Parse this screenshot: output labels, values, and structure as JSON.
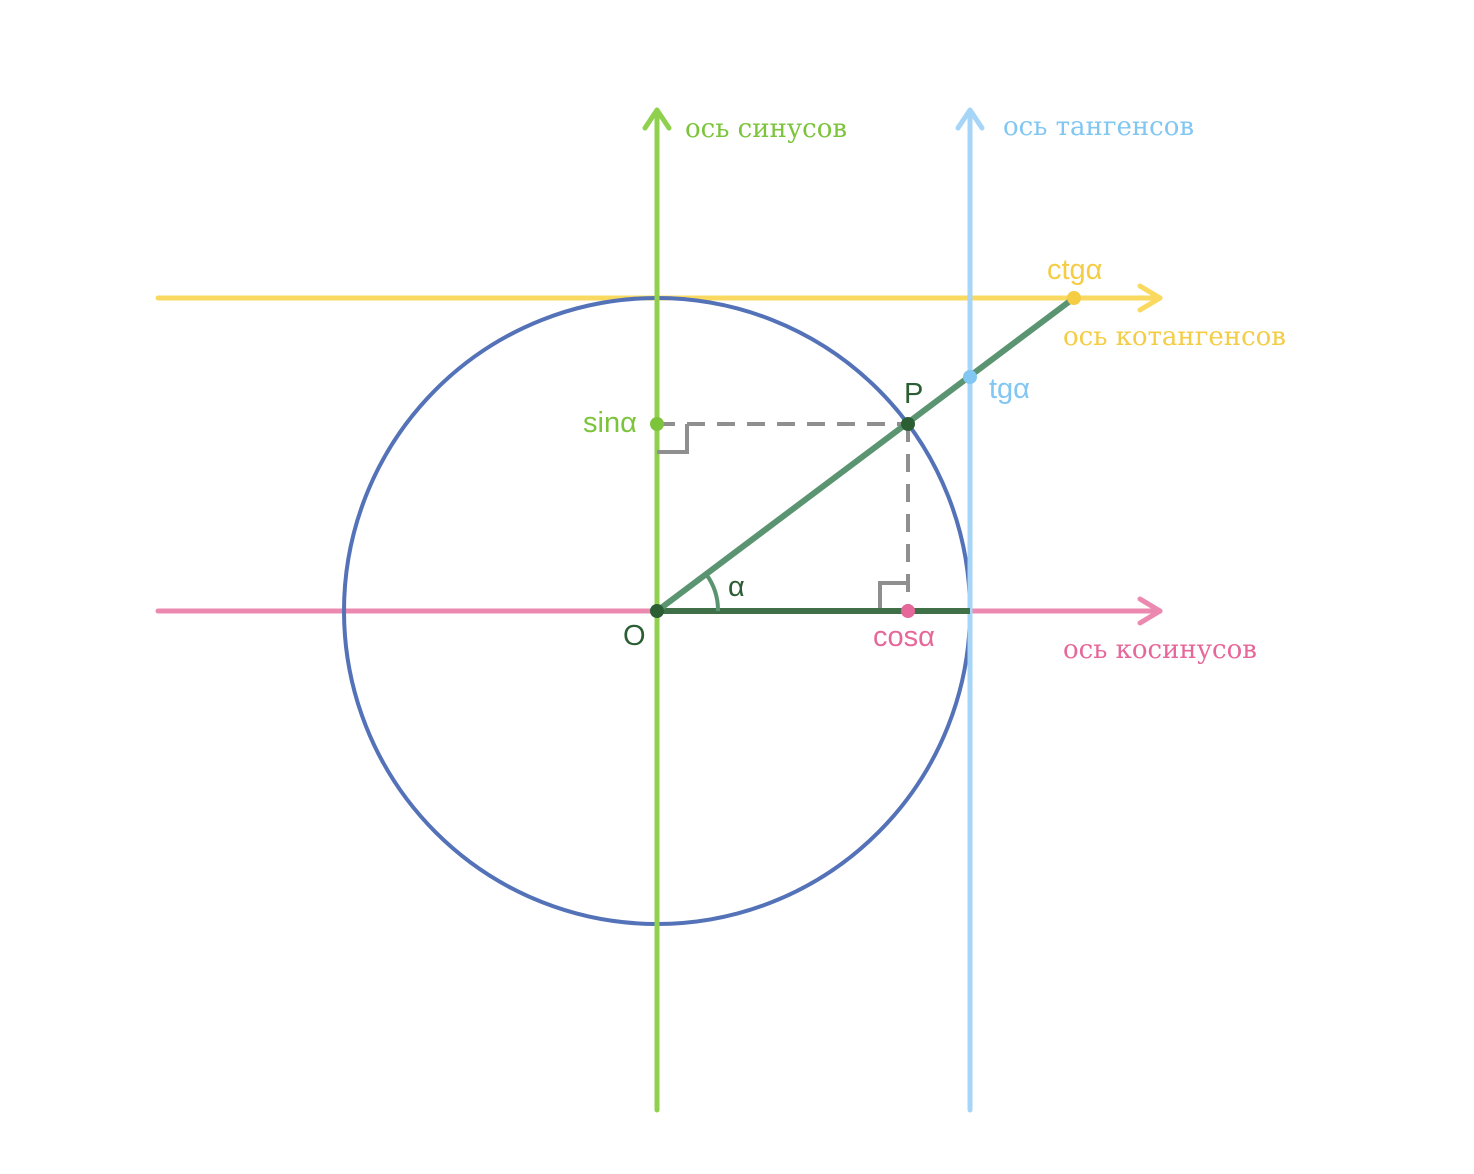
{
  "colors": {
    "sine_axis": "#8fd14f",
    "tangent_axis": "#a6d5f7",
    "cotangent_axis": "#fad961",
    "cosine_axis": "#ec89b0",
    "circle": "#5472b8",
    "radius_line": "#5a9470",
    "cos_segment": "#3f7048",
    "point_dark": "#2b5e33",
    "helper_lines": "#8f8f8f",
    "sin_text": "#7cc43c",
    "tan_text": "#82c6f2",
    "cot_text": "#f4cd45",
    "cos_text": "#e6689a"
  },
  "axes": {
    "sine": {
      "label": "ось синусов"
    },
    "tangent": {
      "label": "ось тангенсов"
    },
    "cotangent": {
      "label": "ось котангенсов"
    },
    "cosine": {
      "label": "ось косинусов"
    }
  },
  "points": {
    "origin": {
      "label": "O"
    },
    "p": {
      "label": "P"
    },
    "sin": {
      "label": "sinα"
    },
    "cos": {
      "label": "cosα"
    },
    "tan": {
      "label": "tgα"
    },
    "cot": {
      "label": "ctgα"
    }
  },
  "angle": {
    "label": "α",
    "degrees": 37
  }
}
